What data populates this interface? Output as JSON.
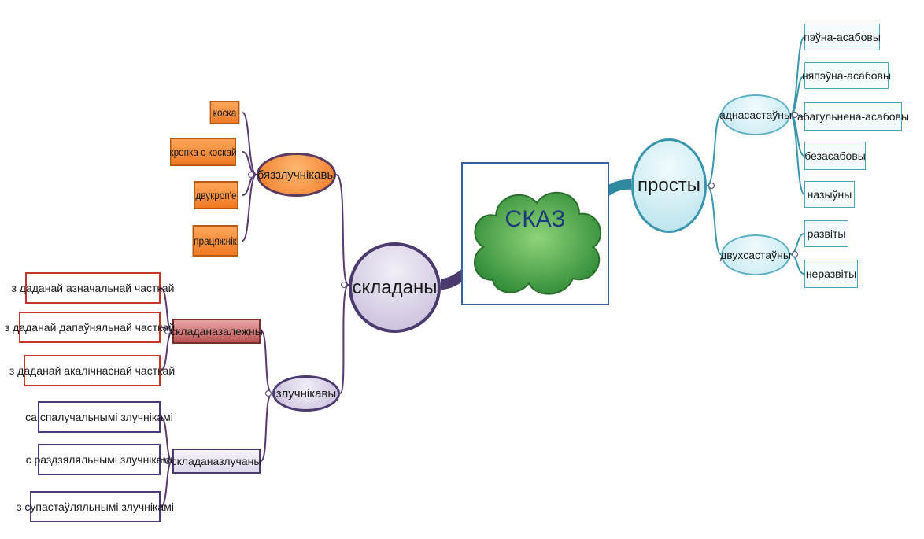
{
  "center": {
    "label": "СКАЗ"
  },
  "left": {
    "main": "складаны",
    "non_conj": {
      "label": "бяззлучнікавы",
      "items": [
        "коска",
        "кропка с коскай",
        "двукроп'е",
        "працяжнік"
      ]
    },
    "conj": {
      "label": "злучнікавы",
      "subordinate": {
        "label": "складаназалежны",
        "items": [
          "з даданай азначальнай часткай",
          "з даданай дапаўняльнай часткай",
          "з даданай акалічнаснай часткай"
        ]
      },
      "compound": {
        "label": "складаназлучаны",
        "items": [
          "са спалучальнымі злучнікамі",
          "с раздзяляльнымі злучнікамі",
          "з супастаўляльнымі злучнікамі"
        ]
      }
    }
  },
  "right": {
    "main": "просты",
    "one_part": {
      "label": "аднасастаўны",
      "items": [
        "пэўна-асабовы",
        "няпэўна-асабовы",
        "абагульнена-асабовы",
        "безасабовы",
        "назыўны"
      ]
    },
    "two_part": {
      "label": "двухсастаўны",
      "items": [
        "развіты",
        "неразвіты"
      ]
    }
  },
  "colors": {
    "orange": "#f07a24",
    "violet_border": "#4b3a6e",
    "red_border": "#c0392b",
    "blue_border": "#3b95ad",
    "cloud_green": "#3c9b3c"
  }
}
